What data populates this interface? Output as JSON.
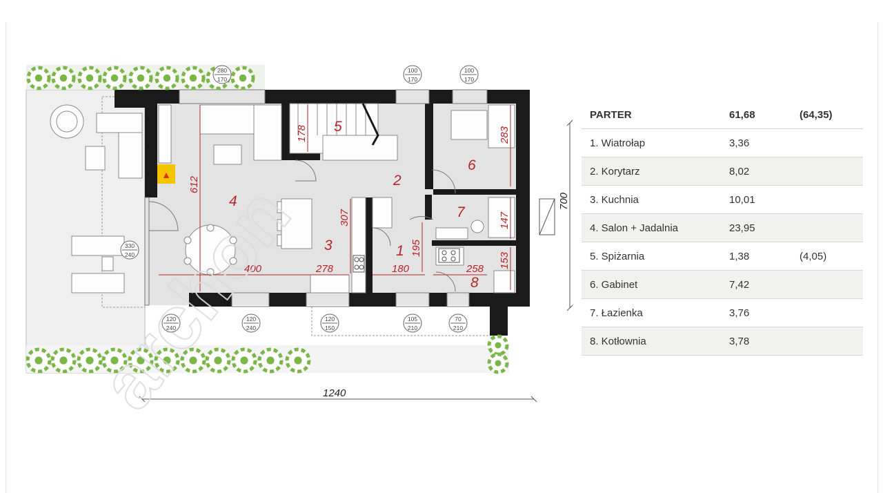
{
  "floor_plan": {
    "rooms": [
      {
        "id": "1",
        "label": "1"
      },
      {
        "id": "2",
        "label": "2"
      },
      {
        "id": "3",
        "label": "3"
      },
      {
        "id": "4",
        "label": "4"
      },
      {
        "id": "5",
        "label": "5"
      },
      {
        "id": "6",
        "label": "6"
      },
      {
        "id": "7",
        "label": "7"
      },
      {
        "id": "8",
        "label": "8"
      }
    ],
    "dimensions": {
      "d612": "612",
      "d400": "400",
      "d278": "278",
      "d307": "307",
      "d178": "178",
      "d180": "180",
      "d195": "195",
      "d258": "258",
      "d283": "283",
      "d147": "147",
      "d153": "153"
    },
    "windows": {
      "top_terrace": [
        "280",
        "170"
      ],
      "top_a": [
        "100",
        "170"
      ],
      "top_b": [
        "100",
        "170"
      ],
      "left_door": [
        "330",
        "240"
      ],
      "bottom_1": [
        "120",
        "240"
      ],
      "bottom_2": [
        "120",
        "240"
      ],
      "bottom_3": [
        "120",
        "150"
      ],
      "bottom_4": [
        "105",
        "210"
      ],
      "bottom_5": [
        "70",
        "210"
      ]
    },
    "overall_width": "1240",
    "overall_depth": "700",
    "watermark": "archon"
  },
  "area_table": {
    "header": {
      "name": "PARTER",
      "area": "61,68",
      "extra": "(64,35)"
    },
    "rows": [
      {
        "name": "1. Wiatrołap",
        "area": "3,36",
        "extra": ""
      },
      {
        "name": "2. Korytarz",
        "area": "8,02",
        "extra": ""
      },
      {
        "name": "3. Kuchnia",
        "area": "10,01",
        "extra": ""
      },
      {
        "name": "4. Salon + Jadalnia",
        "area": "23,95",
        "extra": ""
      },
      {
        "name": "5. Spiżarnia",
        "area": "1,38",
        "extra": "(4,05)"
      },
      {
        "name": "6. Gabinet",
        "area": "7,42",
        "extra": ""
      },
      {
        "name": "7. Łazienka",
        "area": "3,76",
        "extra": ""
      },
      {
        "name": "8. Kotłownia",
        "area": "3,78",
        "extra": ""
      }
    ]
  },
  "colors": {
    "wall": "#1a1a1a",
    "floor": "#e3e3e3",
    "dimension": "#b8232a",
    "plant": "#7ab648"
  }
}
